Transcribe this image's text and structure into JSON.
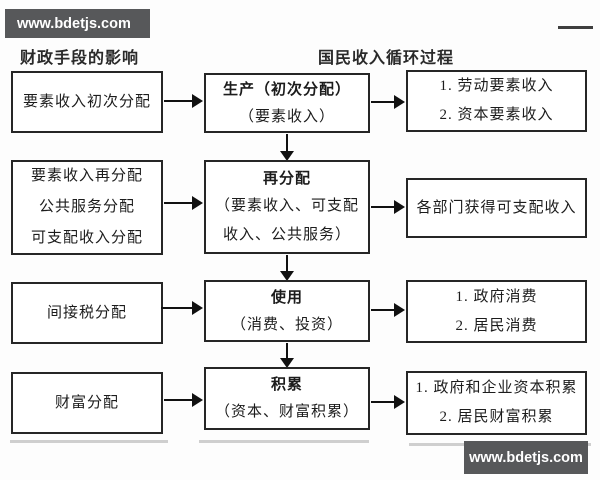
{
  "site": {
    "watermark_top": "www.bdetjs.com",
    "watermark_bottom": "www.bdetjs.com"
  },
  "headings": {
    "left": "财政手段的影响",
    "right": "国民收入循环过程"
  },
  "rows": [
    {
      "left": {
        "lines": [
          "要素收入初次分配"
        ]
      },
      "center": {
        "title": "生产（初次分配）",
        "lines": [
          "（要素收入）"
        ]
      },
      "right": {
        "lines": [
          "1. 劳动要素收入",
          "2. 资本要素收入"
        ]
      }
    },
    {
      "left": {
        "lines": [
          "要素收入再分配",
          "公共服务分配",
          "可支配收入分配"
        ]
      },
      "center": {
        "title": "再分配",
        "lines": [
          "（要素收入、可支配",
          "收入、公共服务）"
        ]
      },
      "right": {
        "lines": [
          "各部门获得可支配收入"
        ]
      }
    },
    {
      "left": {
        "lines": [
          "间接税分配"
        ]
      },
      "center": {
        "title": "使用",
        "lines": [
          "（消费、投资）"
        ]
      },
      "right": {
        "lines": [
          "1. 政府消费",
          "2. 居民消费"
        ]
      }
    },
    {
      "left": {
        "lines": [
          "财富分配"
        ]
      },
      "center": {
        "title": "积累",
        "lines": [
          "（资本、财富积累）"
        ]
      },
      "right": {
        "lines": [
          "1. 政府和企业资本积累",
          "2. 居民财富积累"
        ]
      }
    }
  ],
  "colors": {
    "banner_bg": "#57585a",
    "banner_text": "#ffffff",
    "box_border": "#262626",
    "text": "#1c1c1c",
    "background": "#fdfdfd"
  }
}
